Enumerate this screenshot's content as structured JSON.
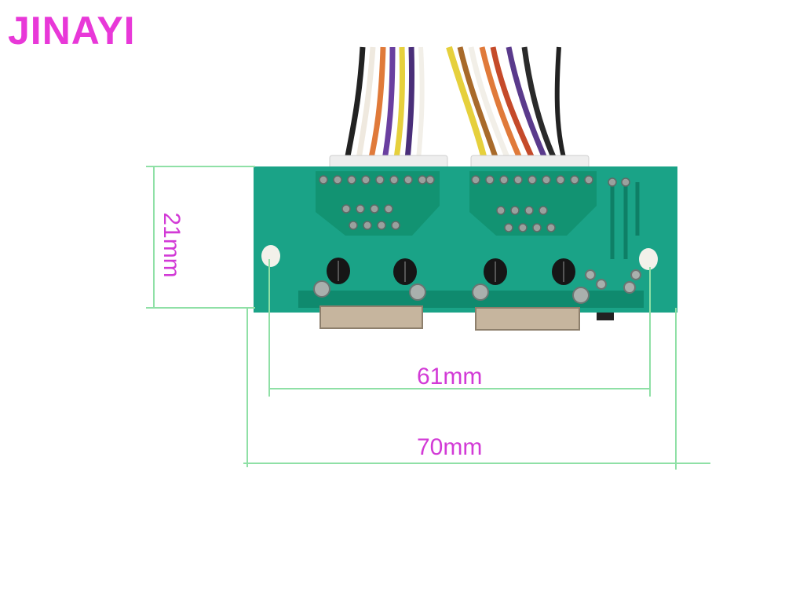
{
  "brand": {
    "text": "JINAYI",
    "color": "#e838d8"
  },
  "dimensions": {
    "height_label": "21mm",
    "inner_width_label": "61mm",
    "outer_width_label": "70mm",
    "label_color": "#d23ad6",
    "line_color": "#8fe0a6"
  },
  "board": {
    "pcb_color": "#1aa387",
    "pcb_dark": "#0e7f66",
    "pad_color": "#8c9794",
    "connector_color": "#b9a894",
    "wire_colors": [
      "#202020",
      "#f0ece4",
      "#e07a3a",
      "#e6d03c",
      "#5a3a8c",
      "#a86a2a",
      "#c54a2a"
    ]
  }
}
